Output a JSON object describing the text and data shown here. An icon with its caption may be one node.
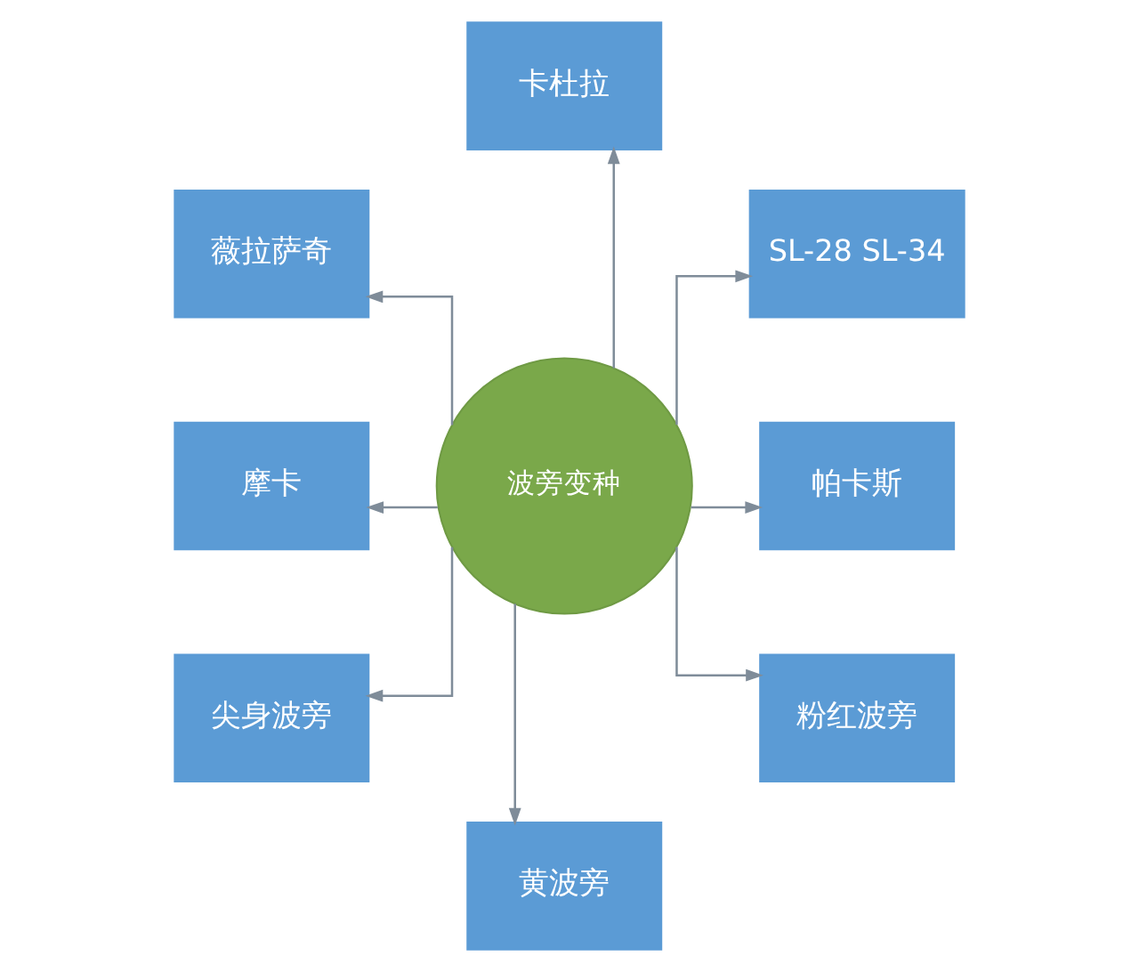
{
  "diagram": {
    "nodes": [
      {
        "text": [
          "卡杜拉"
        ]
      },
      {
        "text": [
          "薇拉萨奇"
        ]
      },
      {
        "text": [
          "SL-28 SL-34"
        ]
      },
      {
        "text": [
          "摩卡"
        ]
      },
      {
        "text": [
          "波旁变种"
        ]
      },
      {
        "text": [
          "帕卡斯"
        ]
      },
      {
        "text": [
          "尖身波旁"
        ]
      },
      {
        "text": [
          "粉红波旁"
        ]
      },
      {
        "text": [
          "黄波旁"
        ]
      }
    ],
    "edges": [
      {
        "from": 4,
        "to": 0,
        "arrow": "to"
      },
      {
        "from": 4,
        "to": 1,
        "arrow": "to"
      },
      {
        "from": 4,
        "to": 2,
        "arrow": "to"
      },
      {
        "from": 4,
        "to": 3,
        "arrow": "to"
      },
      {
        "from": 4,
        "to": 5,
        "arrow": "to"
      },
      {
        "from": 4,
        "to": 6,
        "arrow": "to"
      },
      {
        "from": 4,
        "to": 7,
        "arrow": "to"
      },
      {
        "from": 4,
        "to": 8,
        "arrow": "to"
      }
    ]
  }
}
